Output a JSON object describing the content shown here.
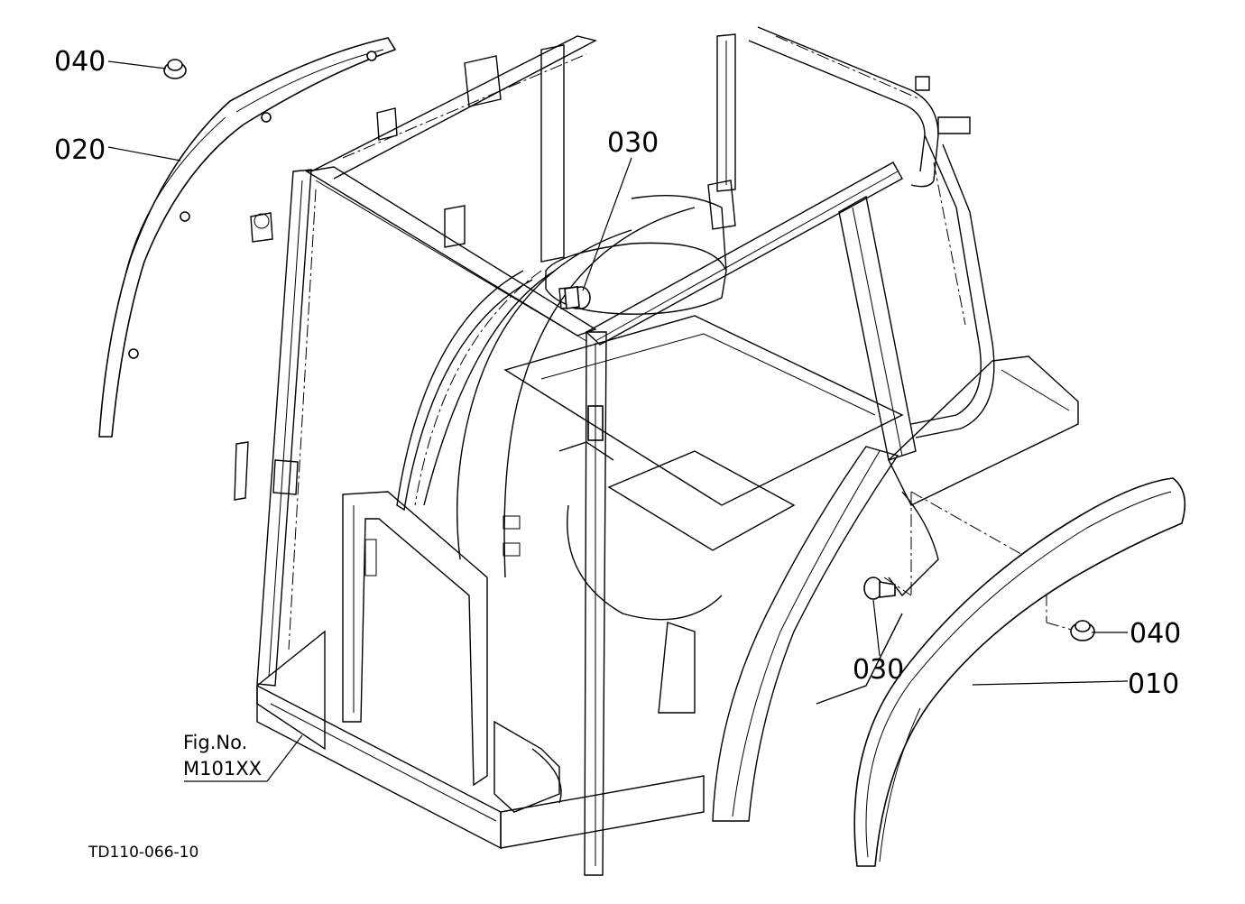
{
  "callouts": {
    "p040_top": "040",
    "p020": "020",
    "p030_top": "030",
    "p040_right": "040",
    "p010": "010",
    "p030_bottom": "030"
  },
  "figure_ref": {
    "line1": "Fig.No.",
    "line2": "M101XX"
  },
  "drawing_code": "TD110-066-10"
}
